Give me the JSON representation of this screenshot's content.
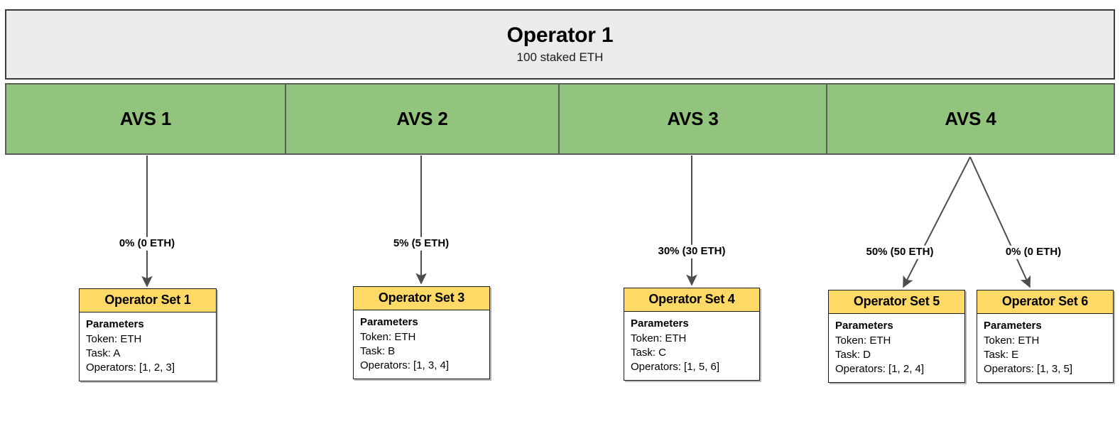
{
  "diagram": {
    "title": "Operator 1 AVS allocation diagram",
    "colors": {
      "operator_box_fill": "#EBEBEB",
      "avs_fill": "#93C47D",
      "opset_header_fill": "#FFD966",
      "border": "#1A1A1A",
      "connector": "#4D4D4D",
      "page_background": "#FFFFFF"
    }
  },
  "operator": {
    "name": "Operator 1",
    "stake": "100 staked ETH"
  },
  "avs_list": [
    {
      "label": "AVS 1"
    },
    {
      "label": "AVS 2"
    },
    {
      "label": "AVS 3"
    },
    {
      "label": "AVS 4"
    }
  ],
  "allocations": [
    {
      "label": "0% (0 ETH)",
      "percent": 0,
      "eth": 0,
      "from": "AVS 1",
      "to": "Operator Set 1"
    },
    {
      "label": "5% (5 ETH)",
      "percent": 5,
      "eth": 5,
      "from": "AVS 2",
      "to": "Operator Set 3"
    },
    {
      "label": "30% (30 ETH)",
      "percent": 30,
      "eth": 30,
      "from": "AVS 3",
      "to": "Operator Set 4"
    },
    {
      "label": "50% (50 ETH)",
      "percent": 50,
      "eth": 50,
      "from": "AVS 4",
      "to": "Operator Set 5"
    },
    {
      "label": "0% (0 ETH)",
      "percent": 0,
      "eth": 0,
      "from": "AVS 4",
      "to": "Operator Set 6"
    }
  ],
  "operator_sets": [
    {
      "title": "Operator Set 1",
      "params_title": "Parameters",
      "token": "Token: ETH",
      "task": "Task: A",
      "operators": "Operators: [1, 2, 3]"
    },
    {
      "title": "Operator Set 3",
      "params_title": "Parameters",
      "token": "Token: ETH",
      "task": "Task: B",
      "operators": "Operators: [1, 3, 4]"
    },
    {
      "title": "Operator Set 4",
      "params_title": "Parameters",
      "token": "Token: ETH",
      "task": "Task: C",
      "operators": "Operators: [1, 5, 6]"
    },
    {
      "title": "Operator Set 5",
      "params_title": "Parameters",
      "token": "Token: ETH",
      "task": "Task: D",
      "operators": "Operators: [1, 2, 4]"
    },
    {
      "title": "Operator Set 6",
      "params_title": "Parameters",
      "token": "Token: ETH",
      "task": "Task: E",
      "operators": "Operators: [1, 3, 5]"
    }
  ]
}
